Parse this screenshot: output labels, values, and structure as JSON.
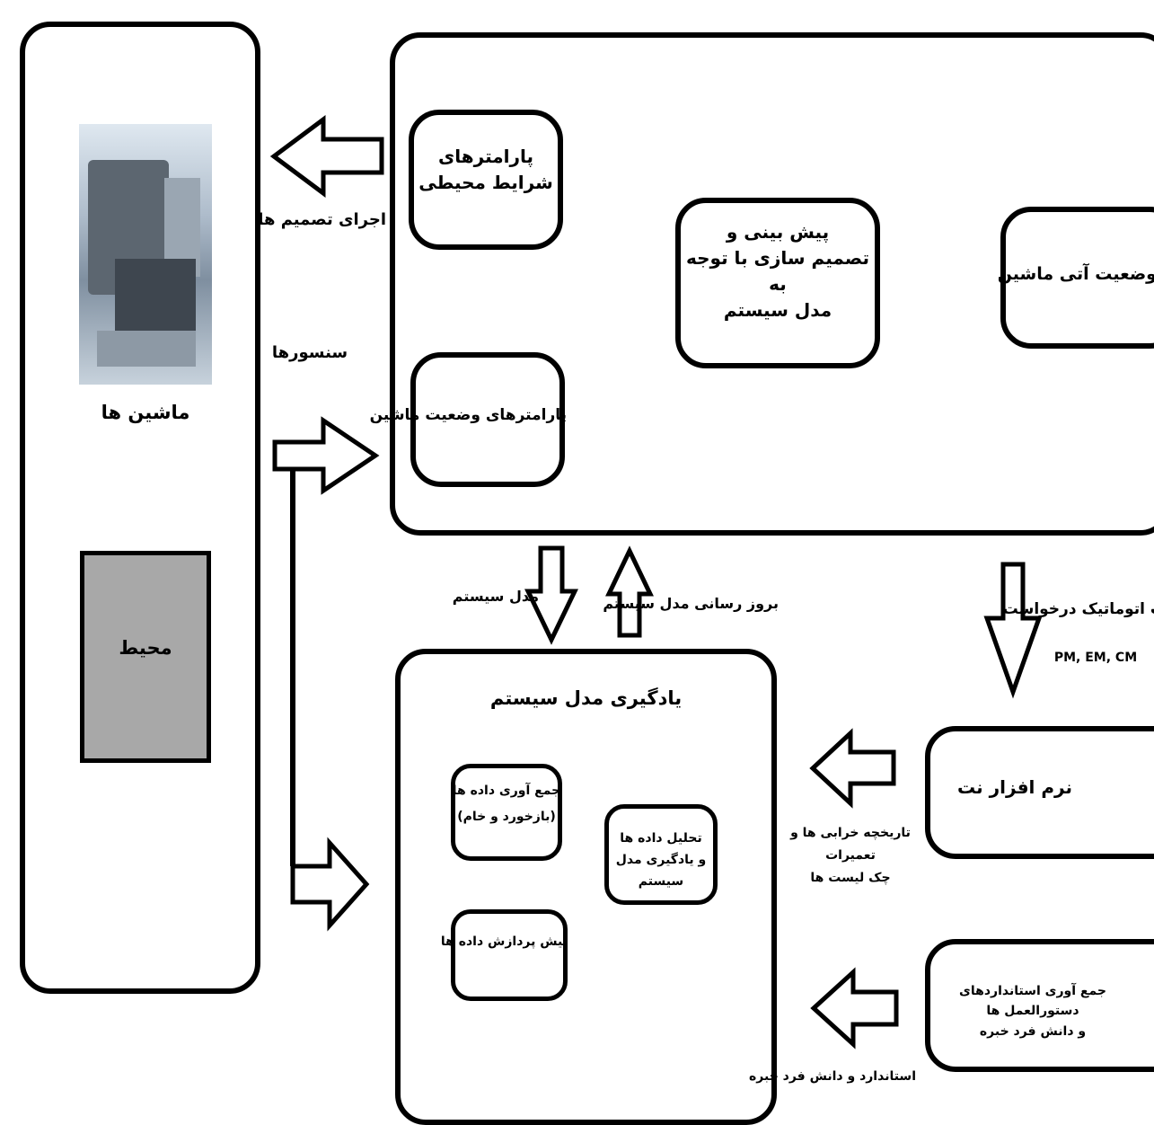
{
  "machines_panel": {
    "label": "ماشین ها",
    "environment_label": "محیط"
  },
  "decision_panel": {
    "env_params": "پارامترهای\nشرایط محیطی",
    "machine_params": "پارامترهای وضعیت ماشین",
    "prediction": "پیش بینی و\nتصمیم سازی با توجه  به\nمدل سیستم",
    "future_state": "وضعیت آتی ماشین"
  },
  "learning_panel": {
    "title": "یادگیری مدل سیستم",
    "collect": "جمع آوری داده ها\n(بازخورد و خام)",
    "preprocess": "پیش پردازش داده ها",
    "analyze": "تحلیل داده ها\nو یادگیری مدل سیستم"
  },
  "right_side": {
    "cmms": "نرم افزار نت",
    "standards": "جمع آوری  استانداردهای دستورالعمل ها\nو دانش فرد خبره",
    "request_label": "ت اتوماتیک درخواست",
    "request_types": "PM, EM, CM"
  },
  "arrow_labels": {
    "execute_decisions": "اجرای تصمیم ها",
    "sensors": "سنسورها",
    "system_model": "مدل سیستم",
    "update_model": "بروز رسانی مدل سیستم",
    "history": "تاریخچه خرابی ها و تعمیرات\nچک لیست ها",
    "standards_knowledge": "استاندارد و دانش فرد خبره"
  }
}
